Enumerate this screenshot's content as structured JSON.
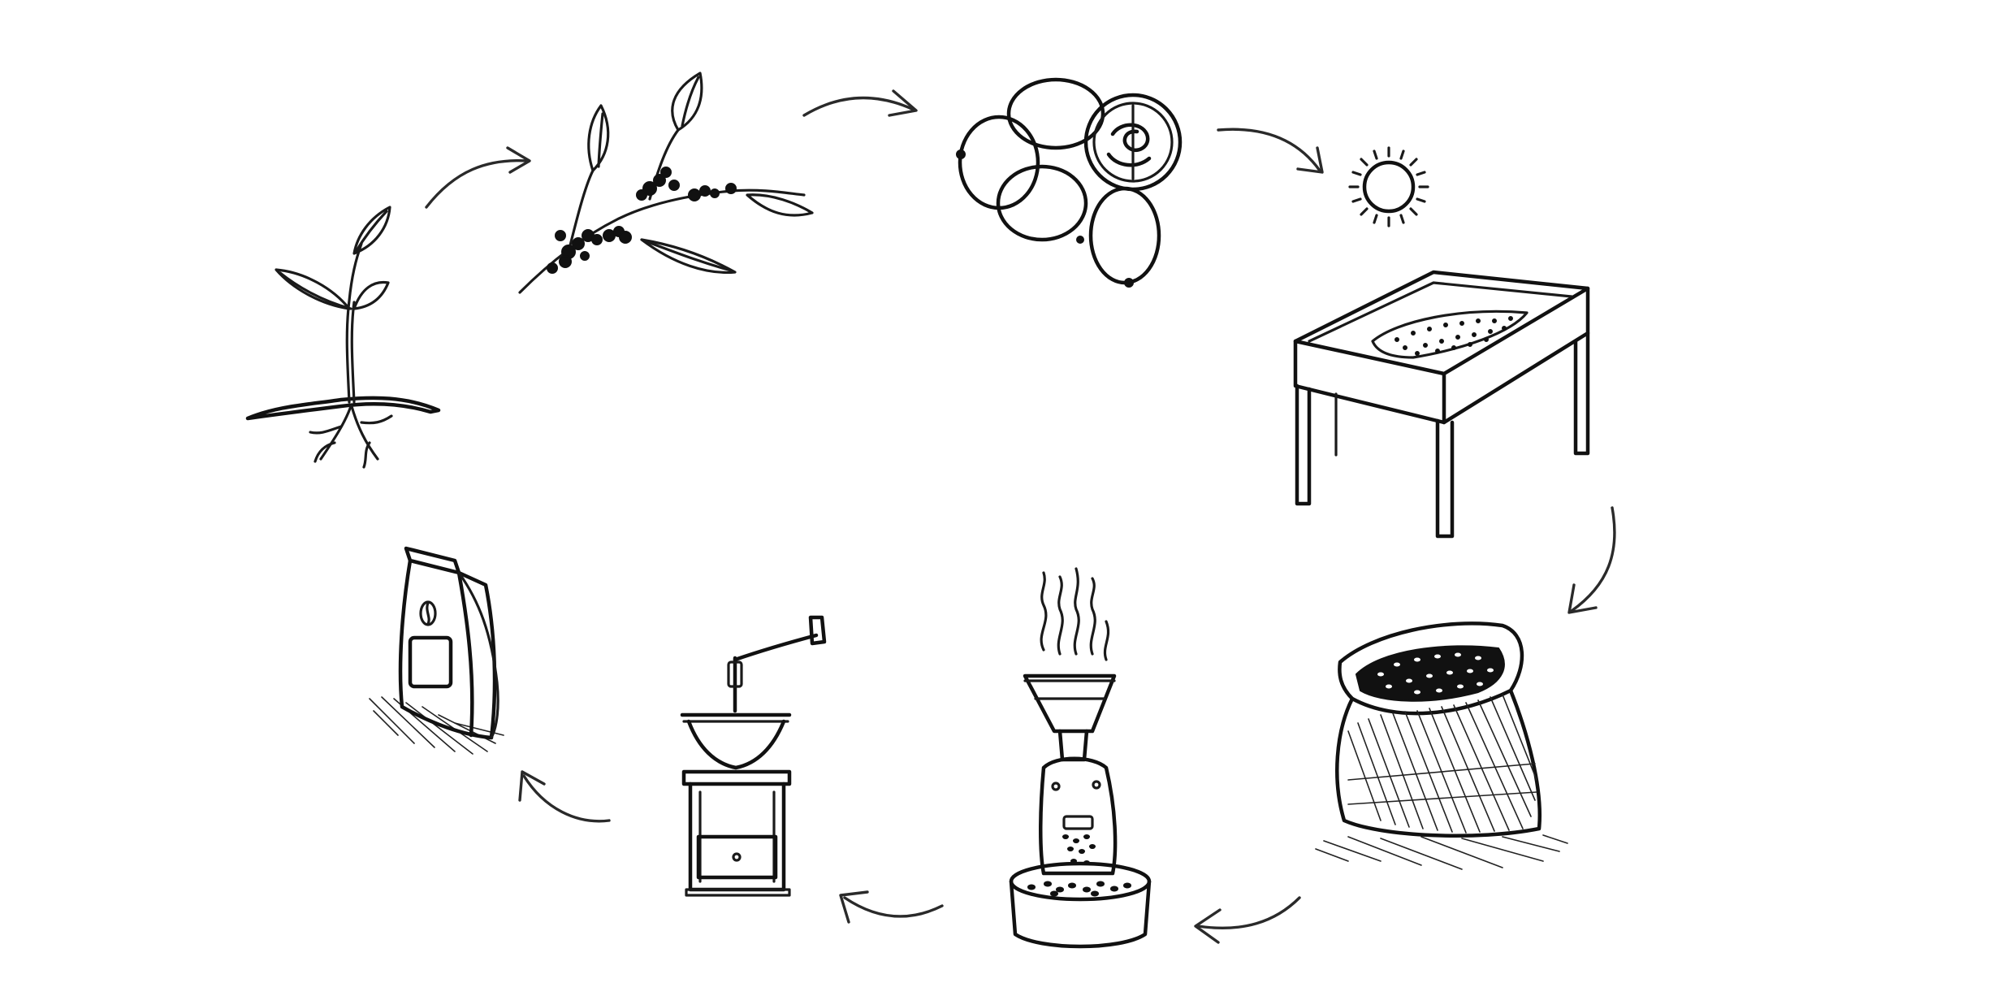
{
  "diagram": {
    "kind": "coffee-production-cycle",
    "stages": [
      {
        "id": "seedling",
        "icon": "seedling-icon"
      },
      {
        "id": "coffee-branch",
        "icon": "coffee-branch-icon"
      },
      {
        "id": "coffee-cherries",
        "icon": "coffee-cherries-icon"
      },
      {
        "id": "sun-drying",
        "icon": "sun-icon"
      },
      {
        "id": "drying-table",
        "icon": "drying-table-icon"
      },
      {
        "id": "bean-sack",
        "icon": "bean-sack-icon"
      },
      {
        "id": "roaster",
        "icon": "roaster-icon"
      },
      {
        "id": "grinder",
        "icon": "coffee-grinder-icon"
      },
      {
        "id": "packaged-coffee",
        "icon": "coffee-bag-icon"
      }
    ],
    "colors": {
      "ink": "#1a1a1a",
      "background": "#ffffff"
    }
  }
}
